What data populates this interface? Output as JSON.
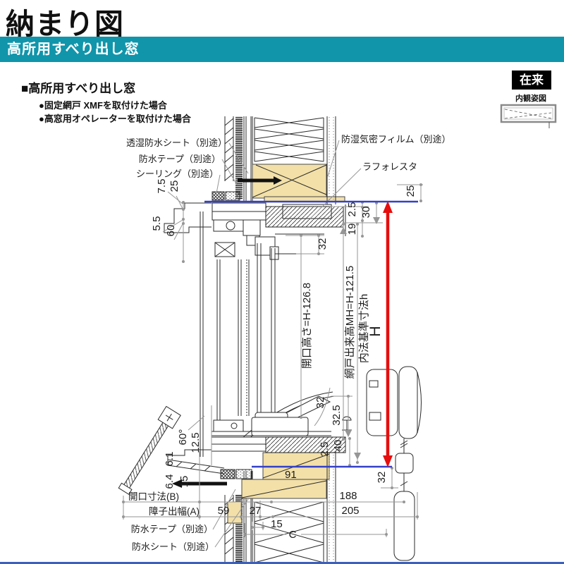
{
  "title": "納まり図",
  "banner": {
    "label": "高所用すべり出し窓"
  },
  "section": {
    "heading": "■高所用すべり出し窓",
    "bullet_fixed_screen": "●固定網戸 XMFを取付けた場合",
    "bullet_operator": "●高窓用オペレーターを取付けた場合"
  },
  "badge": {
    "label": "在来",
    "caption": "内観姿図"
  },
  "callouts": {
    "breathable_sheet": "透湿防水シート（別途）",
    "waterproof_tape_top": "防水テープ（別途）",
    "sealing": "シーリング（別途）",
    "vapor_film": "防湿気密フィルム（別途）",
    "laforesta": "ラフォレスタ",
    "waterproof_tape_bottom": "防水テープ（別途）",
    "waterproof_sheet_bottom": "防水シート（別途）"
  },
  "dims": {
    "t7_5": "7.5",
    "t25_left": "25",
    "t5_5": "5.5",
    "t60_left": "60",
    "t25_right": "25",
    "t2_5_right": "2.5",
    "t30": "30",
    "t19": "19",
    "t32_head": "32",
    "open_height": "開口高さ=H-126.8",
    "screen_height": "網戸出来高MH=H-121.5",
    "inner_standard": "内法基準寸法h",
    "h_total": "H",
    "t32_arm": "32",
    "t32_5": "32.5",
    "t2_5_sill": "2.5",
    "t40": "40",
    "t32_bottom": "32",
    "t91": "91",
    "t188": "188",
    "t205": "205",
    "t59": "59",
    "t27": "27",
    "t15_bottom": "15",
    "tC": "C",
    "t60_deg": "60°",
    "t12_5": "12.5",
    "t6_1": "6.1",
    "t6_4": "6.4",
    "t15_left": "15",
    "opening_b": "開口寸法(B)",
    "sash_a": "障子出幅(A)"
  },
  "colors": {
    "banner_teal": "#1095ab",
    "line_blue": "#3240c8",
    "line_red": "#e60e0e",
    "wood_fill": "#f3e0a8",
    "bottom_bar": "#3a5fbc"
  }
}
